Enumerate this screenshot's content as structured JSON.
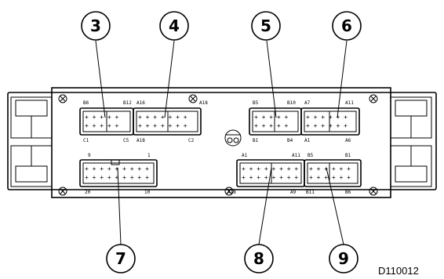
{
  "figure_id": "D110012",
  "callouts": [
    "3",
    "4",
    "5",
    "6",
    "7",
    "8",
    "9"
  ],
  "connector_labels": {
    "c3": {
      "top_left": "B6",
      "top_right": "B12",
      "bottom_left": "C1",
      "bottom_right": "C5"
    },
    "c4": {
      "top_left": "A16",
      "top_right": "A18",
      "bottom_left": "A18",
      "bottom_right": "C2"
    },
    "c5": {
      "top_left": "B5",
      "top_right": "B10",
      "bottom_left": "B1",
      "bottom_right": "B4"
    },
    "c6": {
      "top_left": "A7",
      "top_right": "A11",
      "bottom_left": "A1",
      "bottom_right": "A6"
    },
    "c7": {
      "top_left": "9",
      "top_right": "1",
      "bottom_left": "20",
      "bottom_right": "10"
    },
    "c8": {
      "top_left": "A1",
      "top_right": "A11",
      "bottom_left": "A18",
      "bottom_right": "A9"
    },
    "c9": {
      "top_left": "B5",
      "top_right": "B1",
      "bottom_left": "B11",
      "bottom_right": "B6"
    }
  }
}
